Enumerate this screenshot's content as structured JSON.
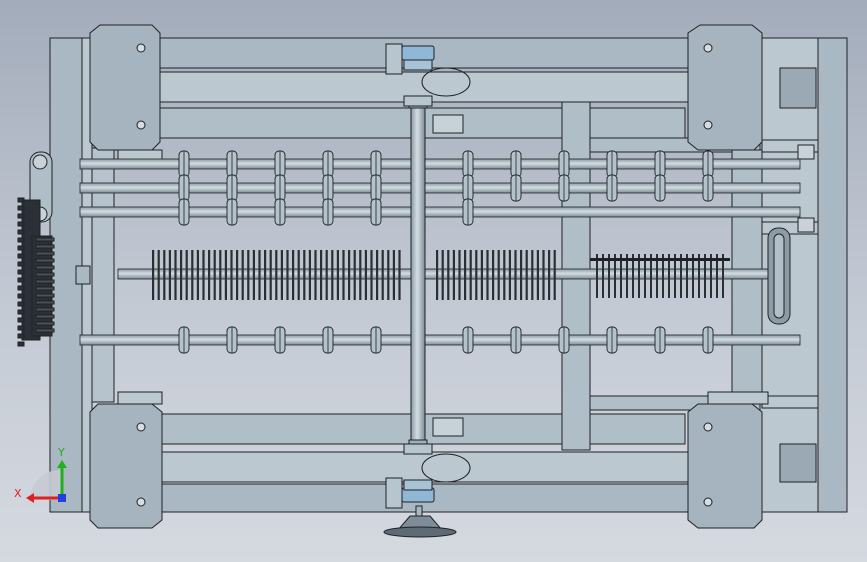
{
  "scene": {
    "kind": "cad-assembly-top-view",
    "colors": {
      "background_top": "#a3acbb",
      "background_bottom": "#d5d9e0",
      "frame_fill": "#a9b8c2",
      "frame_light": "#bcc8d0",
      "frame_dark": "#8e9ea8",
      "edge": "#1e2226",
      "shaft": "#aebdc7",
      "ring": "#b4c2cc",
      "blade": "#2a2f34",
      "gear": "#2b3036",
      "hinge_blue": "#8fb8d6"
    }
  },
  "triad": {
    "x_label": "X",
    "y_label": "Y",
    "x_color": "#e02020",
    "y_color": "#20b020",
    "z_color": "#2040e0"
  }
}
